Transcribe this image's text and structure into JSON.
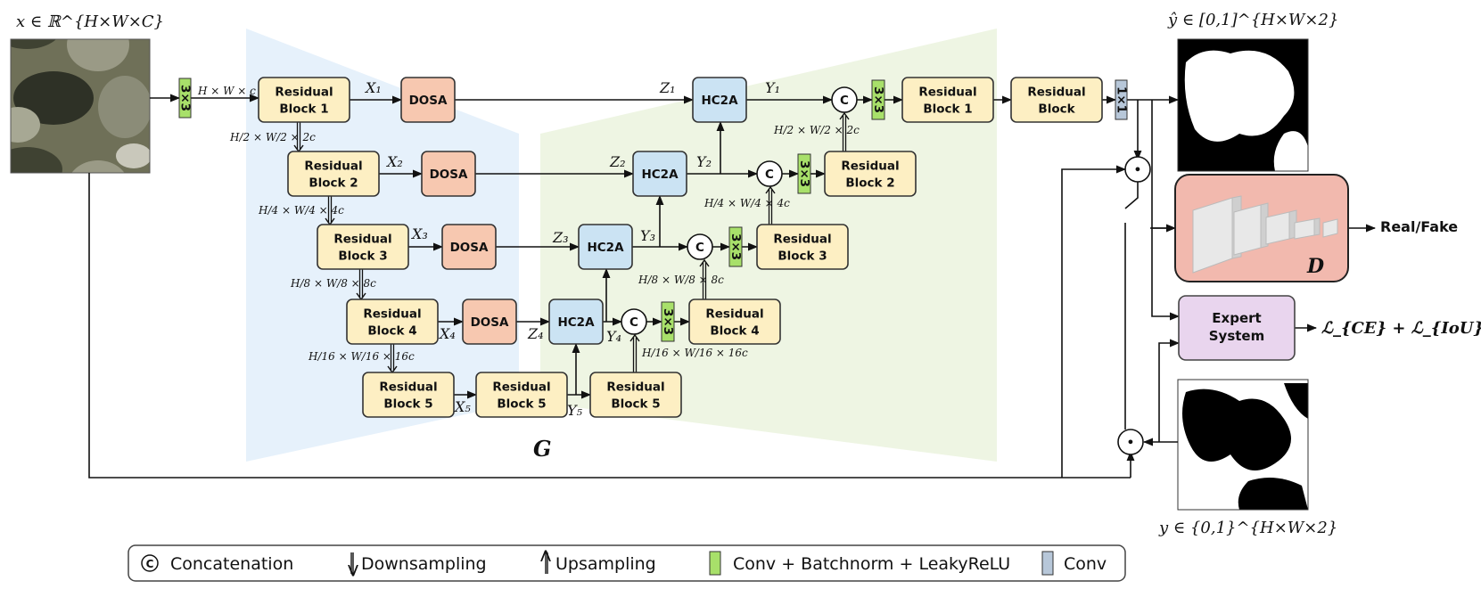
{
  "input_label": "x ∈ ℝ^{H×W×C}",
  "pred_label": "ŷ ∈ [0,1]^{H×W×2}",
  "gt_label": "y ∈ {0,1}^{H×W×2}",
  "generator_label": "G",
  "discriminator_label": "D",
  "real_fake_label": "Real/Fake",
  "expert_system_label": [
    "Expert",
    "System"
  ],
  "loss_label": "ℒ_{CE} + ℒ_{IoU} + ℒ_{ADV}",
  "conv3_label": "3×3",
  "conv1_label": "1×1",
  "concat_label": "C",
  "mult_label": "•",
  "enc_dims": [
    "H × W × c",
    "H/2 × W/2 × 2c",
    "H/4 × W/4 × 4c",
    "H/8 × W/8 × 8c",
    "H/16 × W/16 × 16c"
  ],
  "dec_dims": [
    "H/2 × W/2 × 2c",
    "H/4 × W/4 × 4c",
    "H/8 × W/8 × 8c",
    "H/16 × W/16 × 16c"
  ],
  "blocks": {
    "enc1": [
      "Residual",
      "Block 1"
    ],
    "enc2": [
      "Residual",
      "Block 2"
    ],
    "enc3": [
      "Residual",
      "Block 3"
    ],
    "enc4": [
      "Residual",
      "Block 4"
    ],
    "enc5": [
      "Residual",
      "Block 5"
    ],
    "mid5": [
      "Residual",
      "Block 5"
    ],
    "dec5": [
      "Residual",
      "Block 5"
    ],
    "dec4": [
      "Residual",
      "Block 4"
    ],
    "dec3": [
      "Residual",
      "Block 3"
    ],
    "dec2": [
      "Residual",
      "Block 2"
    ],
    "dec1": [
      "Residual",
      "Block 1"
    ],
    "out": [
      "Residual",
      "Block"
    ],
    "dosa": "DOSA",
    "hc2a": "HC2A"
  },
  "vars": {
    "X": [
      "X1",
      "X2",
      "X3",
      "X4",
      "X5"
    ],
    "Z": [
      "Z1",
      "Z2",
      "Z3",
      "Z4"
    ],
    "Y": [
      "Y1",
      "Y2",
      "Y3",
      "Y4",
      "Y5"
    ]
  },
  "legend": {
    "concat": "Concatenation",
    "down": "Downsampling",
    "up": "Upsampling",
    "cbl": "Conv + Batchnorm + LeakyReLU",
    "conv": "Conv"
  },
  "colors": {
    "residual": "#fdefc3",
    "dosa": "#f7c8b0",
    "hc2a": "#cbe3f3",
    "conv3": "#a8e06a",
    "conv1": "#b7c7d9",
    "disc": "#f2b9ae",
    "expert": "#e9d5ee",
    "enc_bg": "#e6f1fb",
    "dec_bg": "#eef5e3"
  }
}
